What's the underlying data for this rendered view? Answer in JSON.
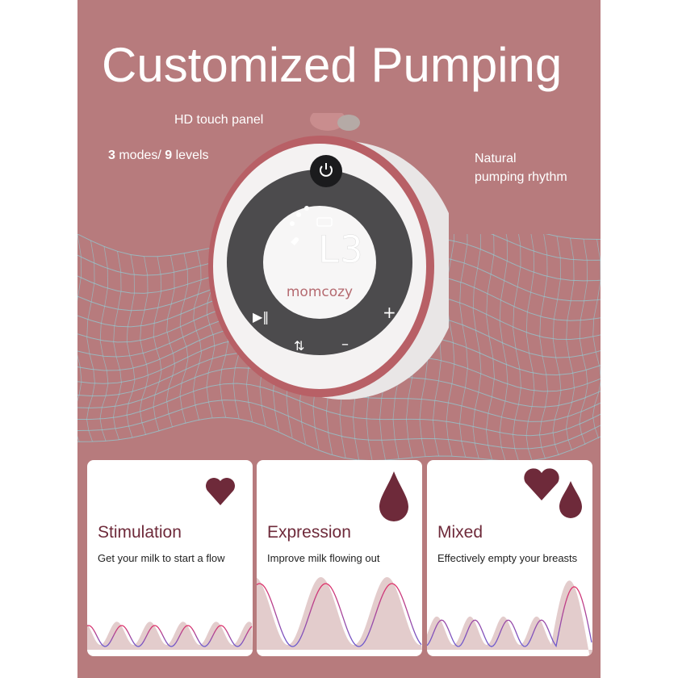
{
  "title": "Customized Pumping",
  "callouts": {
    "touch": "HD touch panel",
    "modes_num1": "3",
    "modes_mid": " modes/ ",
    "modes_num2": "9",
    "modes_end": " levels",
    "rhythm_line1": "Natural",
    "rhythm_line2": "pumping rhythm"
  },
  "device": {
    "brand": "momcozy",
    "display": "L3"
  },
  "modes": [
    {
      "name": "Stimulation",
      "desc": "Get your milk to start a flow",
      "icon": "heart-icon"
    },
    {
      "name": "Expression",
      "desc": "Improve milk flowing out",
      "icon": "drop-icon"
    },
    {
      "name": "Mixed",
      "desc": "Effectively empty your breasts",
      "icon": "heart-drop-icon"
    }
  ],
  "colors": {
    "background": "#b77b7d",
    "accent": "#6e2a3a",
    "mesh": "#8fd0d8"
  }
}
